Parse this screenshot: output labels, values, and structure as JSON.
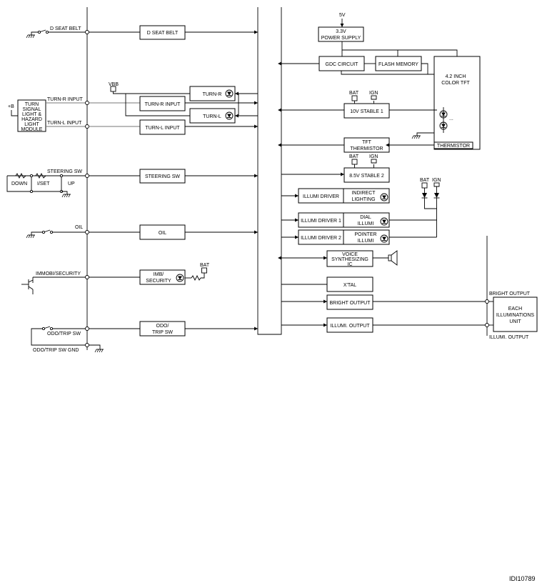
{
  "inputs": {
    "d_seat_belt": "D SEAT BELT",
    "turn_r_input": "TURN-R INPUT",
    "turn_l_input": "TURN-L INPUT",
    "steering_sw": "STEERING SW",
    "oil": "OIL",
    "immobi_security": "IMMOBI/SECURITY",
    "odo_trip_sw": "ODO/TRIP SW",
    "odo_trip_sw_gnd": "ODO/TRIP SW GND"
  },
  "left_blocks": {
    "d_seat_belt": "D SEAT BELT",
    "turn_r_input": "TURN-R INPUT",
    "turn_l_input": "TURN-L INPUT",
    "turn_r": "TURN-R",
    "turn_l": "TURN-L",
    "steering_sw": "STEERING SW",
    "oil": "OIL",
    "imb_security": [
      "IMB/",
      "SECURITY"
    ],
    "odo_trip_sw": [
      "ODO/",
      "TRIP SW"
    ]
  },
  "module": [
    "TURN",
    "SIGNAL",
    "LIGHT &",
    "HAZARD",
    "LIGHT",
    "MODULE"
  ],
  "plus_b": "+B",
  "vbb": "VBB",
  "bat": "BAT",
  "ign": "IGN",
  "steering_switches": {
    "down": "DOWN",
    "set": "I/SET",
    "up": "UP"
  },
  "power": {
    "supply_voltage": "5V",
    "supply": [
      "3.3V",
      "POWER SUPPLY"
    ]
  },
  "right_blocks": {
    "gdc": "GDC CIRCUIT",
    "flash": "FLASH MEMORY",
    "tft": [
      "4.2 INCH",
      "COLOR TFT"
    ],
    "thermistor": "THERMISTOR",
    "stable_10v": "10V STABLE 1",
    "tft_thermistor": [
      "TFT",
      "THERMISTOR"
    ],
    "stable_85v": "8.5V STABLE 2",
    "illumi_driver": "ILLUMI DRIVER",
    "indirect_lighting": [
      "INDIRECT",
      "LIGHTING"
    ],
    "illumi_driver_1": "ILLUMI DRIVER 1",
    "dial_illumi": [
      "DIAL",
      "ILLUMI"
    ],
    "illumi_driver_2": "ILLUMI DRIVER 2",
    "pointer_illumi": [
      "POINTER",
      "ILLUMI"
    ],
    "voice": [
      "VOICE",
      "SYNTHESIZING",
      "IC"
    ],
    "xtal": "X'TAL",
    "bright_output": "BRIGHT OUTPUT",
    "illumi_output": "ILLUMI. OUTPUT"
  },
  "outputs": {
    "bright_output": "BRIGHT OUTPUT",
    "illumi_output": "ILLUMI. OUTPUT",
    "each_illuminations_unit": [
      "EACH",
      "ILLUMINATIONS",
      "UNIT"
    ]
  },
  "ellipsis": "...",
  "figure_id": "IDI10789"
}
